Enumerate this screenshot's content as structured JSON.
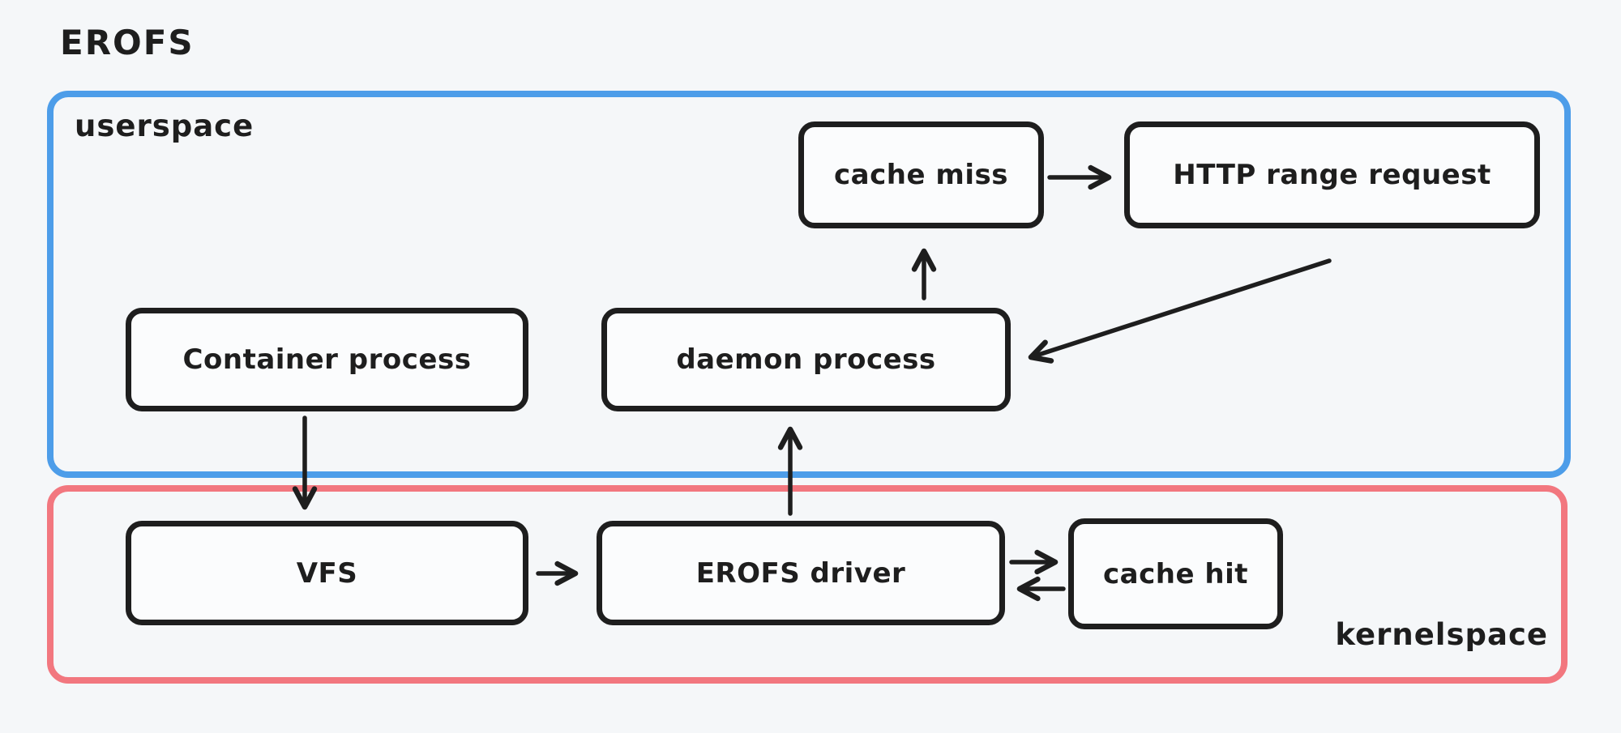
{
  "title": "EROFS",
  "colors": {
    "background": "#f5f7f9",
    "stroke": "#1e1e1e",
    "userspace_border": "#4d9de9",
    "kernelspace_border": "#f2777f",
    "node_fill": "#fbfcfd"
  },
  "regions": {
    "userspace": {
      "label": "userspace"
    },
    "kernelspace": {
      "label": "kernelspace"
    }
  },
  "nodes": {
    "cache_miss": {
      "label": "cache miss",
      "region": "userspace"
    },
    "http_range_request": {
      "label": "HTTP range request",
      "region": "userspace"
    },
    "container_process": {
      "label": "Container process",
      "region": "userspace"
    },
    "daemon_process": {
      "label": "daemon process",
      "region": "userspace"
    },
    "vfs": {
      "label": "VFS",
      "region": "kernelspace"
    },
    "erofs_driver": {
      "label": "EROFS driver",
      "region": "kernelspace"
    },
    "cache_hit": {
      "label": "cache hit",
      "region": "kernelspace"
    }
  },
  "edges": [
    {
      "from": "cache_miss",
      "to": "http_range_request",
      "style": "arrow"
    },
    {
      "from": "daemon_process",
      "to": "cache_miss",
      "style": "arrow"
    },
    {
      "from": "http_range_request",
      "to": "daemon_process",
      "style": "arrow"
    },
    {
      "from": "container_process",
      "to": "vfs",
      "style": "arrow"
    },
    {
      "from": "erofs_driver",
      "to": "daemon_process",
      "style": "arrow"
    },
    {
      "from": "vfs",
      "to": "erofs_driver",
      "style": "arrow"
    },
    {
      "from": "erofs_driver",
      "to": "cache_hit",
      "style": "arrow"
    },
    {
      "from": "cache_hit",
      "to": "erofs_driver",
      "style": "arrow"
    }
  ]
}
